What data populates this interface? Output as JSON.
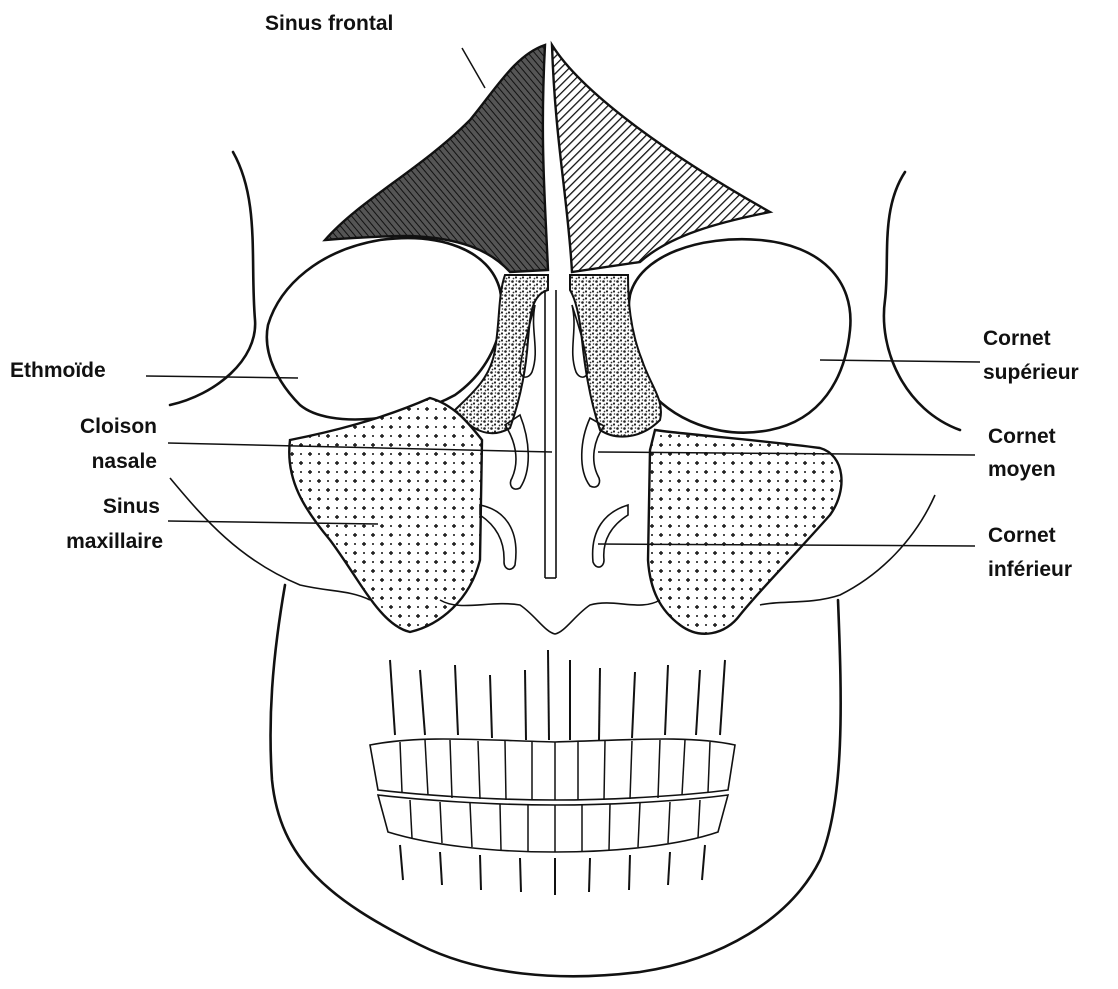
{
  "labels": {
    "sinus_frontal": "Sinus frontal",
    "ethmoide": "Ethmoïde",
    "cloison_line1": "Cloison",
    "cloison_line2": "nasale",
    "sinus_max_line1": "Sinus",
    "sinus_max_line2": "maxillaire",
    "cornet_sup_line1": "Cornet",
    "cornet_sup_line2": "supérieur",
    "cornet_moyen_line1": "Cornet",
    "cornet_moyen_line2": "moyen",
    "cornet_inf_line1": "Cornet",
    "cornet_inf_line2": "inférieur"
  }
}
